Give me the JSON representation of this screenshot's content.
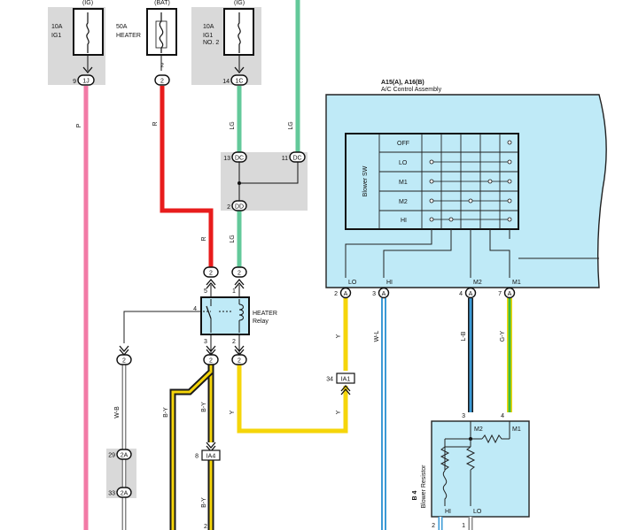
{
  "colors": {
    "pink": "#f27aa6",
    "red": "#e81c1c",
    "green": "#63c99a",
    "yellow": "#f5d50a",
    "blue": "#3b9ad6",
    "ltgreen": "#3dbb3d",
    "black": "#1a1a1a",
    "gray_box": "#d9d9d9",
    "cyan_box": "#bfeaf7",
    "wire_white": "#ffffff"
  },
  "fuses": {
    "ig1": {
      "header": "(IG)",
      "rating": "10A",
      "name": "IG1",
      "pin": "9",
      "conn": "1J"
    },
    "heater": {
      "header": "(BAT)",
      "rating": "50A",
      "name": "HEATER",
      "pin": "2",
      "conn": "2"
    },
    "ig1no2": {
      "header": "(IG)",
      "rating": "10A",
      "name_l1": "IG1",
      "name_l2": "NO. 2",
      "pin": "14",
      "conn": "1C"
    }
  },
  "junction": {
    "left_pin": "13",
    "left_conn": "DC",
    "right_pin": "11",
    "right_conn": "DC",
    "bottom_pin": "2",
    "bottom_conn": "DD"
  },
  "wires": {
    "pink": "P",
    "red1": "R",
    "red2": "R",
    "lg1": "LG",
    "lg2": "LG",
    "lg3": "LG",
    "wb": "W-B",
    "by1": "B-Y",
    "by2": "B-Y",
    "by3": "B-Y",
    "y1": "Y",
    "y2": "Y",
    "y3": "Y",
    "wl": "W-L",
    "lb": "L-B",
    "gy": "G-Y"
  },
  "relay": {
    "name_l1": "HEATER",
    "name_l2": "Relay",
    "pin5": "5",
    "pin1": "1",
    "pin4": "4",
    "pin3": "3",
    "pin2": "2",
    "top_conn_left": "2",
    "top_conn_right": "2",
    "bot_conn_left": "2",
    "bot_conn_right": "2",
    "side_conn": "2"
  },
  "ac_assy": {
    "id": "A15(A), A16(B)",
    "name": "A/C Control Assembly",
    "blower_sw": "Blower SW",
    "rows": [
      "OFF",
      "LO",
      "M1",
      "M2",
      "HI"
    ],
    "terminals": [
      {
        "pin": "2",
        "conn": "A",
        "label": "LO"
      },
      {
        "pin": "3",
        "conn": "A",
        "label": "HI"
      },
      {
        "pin": "4",
        "conn": "A",
        "label": "M2"
      },
      {
        "pin": "7",
        "conn": "A",
        "label": "M1"
      }
    ]
  },
  "inline": {
    "ia1_pin": "34",
    "ia1": "IA1",
    "ia4_pin": "8",
    "ia4": "IA4",
    "c29_pin": "29",
    "c29": "2A",
    "c33_pin": "33",
    "c33": "2A",
    "bottom_pin": "2"
  },
  "resistor": {
    "code": "B 4",
    "name": "Blower Resistor",
    "m2": "M2",
    "m1": "M1",
    "hi": "HI",
    "lo": "LO",
    "pin3": "3",
    "pin4": "4",
    "pin_bl": "2",
    "pin_br": "1"
  }
}
